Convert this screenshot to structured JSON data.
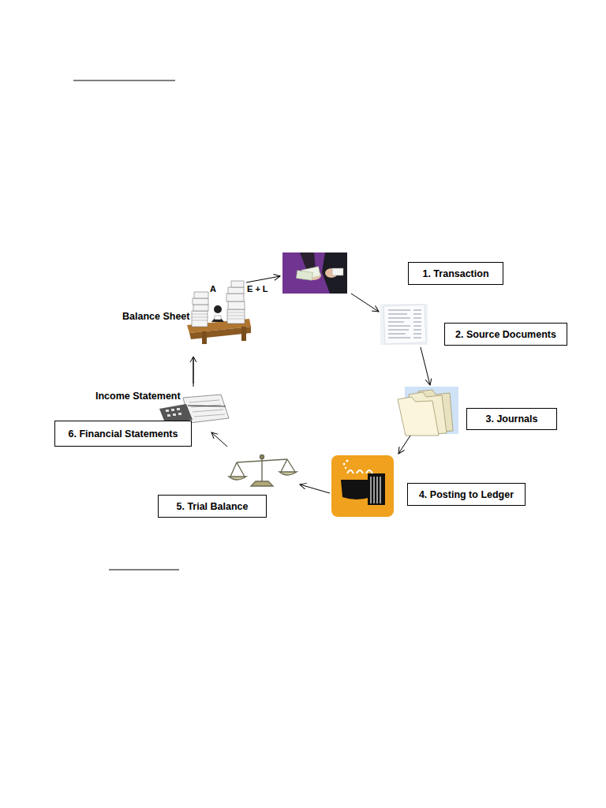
{
  "diagram": {
    "nodes": [
      {
        "text": [
          "1. Transaction"
        ]
      },
      {
        "text": [
          "2. Source Documents"
        ]
      },
      {
        "text": [
          "3. Journals"
        ]
      },
      {
        "text": [
          "4. Posting to Ledger"
        ]
      },
      {
        "text": [
          "5. Trial Balance"
        ]
      },
      {
        "text": [
          "6. Financial Statements"
        ]
      }
    ],
    "edges": [
      {
        "from": 0,
        "to": 1,
        "arrow": "to"
      },
      {
        "from": 1,
        "to": 2,
        "arrow": "to"
      },
      {
        "from": 2,
        "to": 3,
        "arrow": "to"
      },
      {
        "from": 3,
        "to": 4,
        "arrow": "to"
      },
      {
        "from": 4,
        "to": 5,
        "arrow": "to"
      },
      {
        "from": 5,
        "to": 0,
        "arrow": "to"
      }
    ],
    "labels": [
      "Balance Sheet",
      "Income Statement",
      "A",
      "E + L"
    ]
  }
}
